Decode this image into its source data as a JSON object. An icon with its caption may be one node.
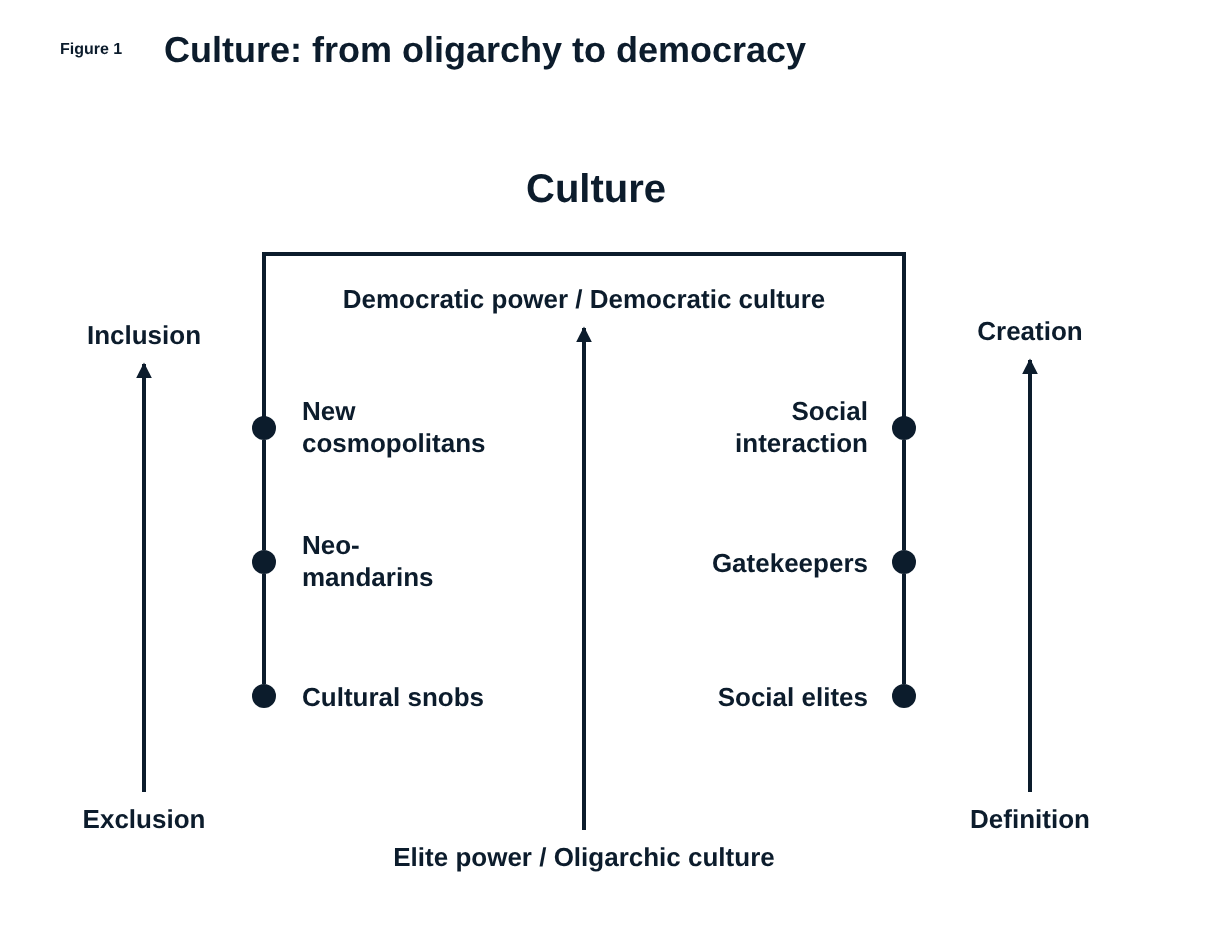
{
  "diagram": {
    "title": "Culture: from oligarchy to democracy",
    "nodes": [
      {
        "text": [
          "Inclusion"
        ]
      },
      {
        "text": [
          "Democratic power / Democratic culture"
        ]
      },
      {
        "text": [
          "Creation"
        ]
      },
      {
        "text": [],
        "shape": "circle",
        "beside": [
          "New cosmopolitans"
        ]
      },
      {
        "text": [],
        "shape": "circle",
        "beside": [
          "Social interaction"
        ]
      },
      {
        "text": [],
        "shape": "circle",
        "beside": [
          "Neo- mandarins"
        ]
      },
      {
        "text": [],
        "shape": "circle",
        "beside": [
          "Gatekeepers"
        ]
      },
      {
        "text": [],
        "shape": "circle",
        "beside": [
          "Cultural snobs"
        ]
      },
      {
        "text": [],
        "shape": "circle",
        "beside": [
          "Social elites"
        ]
      },
      {
        "text": [
          "Exclusion"
        ]
      },
      {
        "text": [
          "Definition"
        ]
      },
      {
        "text": [
          "Elite power / Oligarchic culture"
        ]
      }
    ],
    "edges": [
      {
        "from": 9,
        "to": 0,
        "arrow": "to"
      },
      {
        "from": 11,
        "to": 1,
        "arrow": "to"
      },
      {
        "from": 10,
        "to": 2,
        "arrow": "to"
      },
      {
        "from": 3,
        "to": 5,
        "arrow": "none"
      },
      {
        "from": 5,
        "to": 7,
        "arrow": "none"
      },
      {
        "from": 4,
        "to": 6,
        "arrow": "none"
      },
      {
        "from": 6,
        "to": 8,
        "arrow": "none"
      }
    ],
    "labels": [
      "Figure 1",
      "Culture"
    ]
  }
}
